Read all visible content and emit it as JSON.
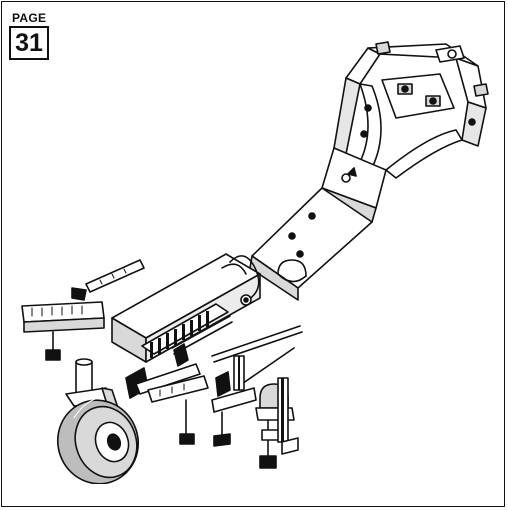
{
  "page": {
    "label": "PAGE",
    "number": "31"
  },
  "illustration": {
    "subject": "exploded-assembly-line-drawing",
    "colors": {
      "ink": "#111111",
      "paper": "#ffffff",
      "shade": "#d9d9d9",
      "tire": "#bdbdbd"
    }
  }
}
